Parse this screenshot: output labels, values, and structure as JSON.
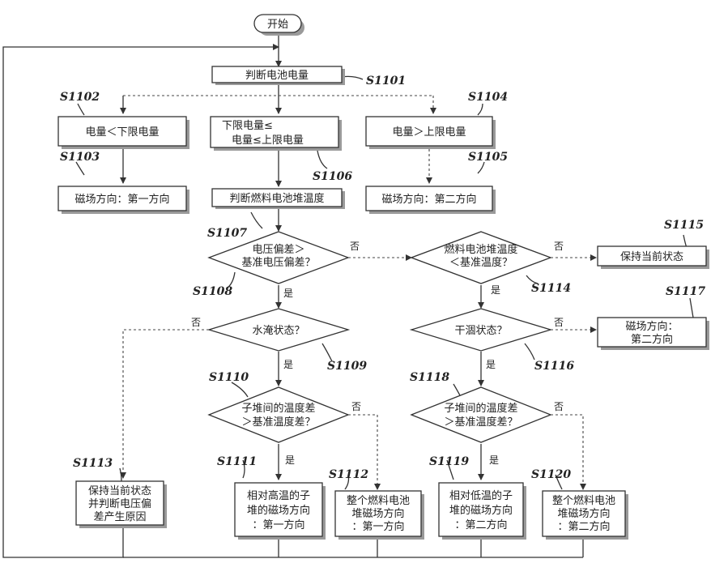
{
  "start": "开始",
  "labels": {
    "s1101": "S1101",
    "s1102": "S1102",
    "s1103": "S1103",
    "s1104": "S1104",
    "s1105": "S1105",
    "s1106": "S1106",
    "s1107": "S1107",
    "s1108": "S1108",
    "s1109": "S1109",
    "s1110": "S1110",
    "s1111": "S1111",
    "s1112": "S1112",
    "s1113": "S1113",
    "s1114": "S1114",
    "s1115": "S1115",
    "s1116": "S1116",
    "s1117": "S1117",
    "s1118": "S1118",
    "s1119": "S1119",
    "s1120": "S1120"
  },
  "boxes": {
    "judge_charge": "判断电池电量",
    "low_cond": "电量＜下限电量",
    "mid_cond_1": "下限电量≤",
    "mid_cond_2": "电量≤上限电量",
    "high_cond": "电量＞上限电量",
    "field_first": "磁场方向：第一方向",
    "field_second": "磁场方向：第二方向",
    "judge_temp": "判断燃料电池堆温度",
    "keep_state": "保持当前状态",
    "field_second_2_l1": "磁场方向：",
    "field_second_2_l2": "第二方向",
    "s1113_l1": "保持当前状态",
    "s1113_l2": "并判断电压偏",
    "s1113_l3": "差产生原因",
    "s1111_l1": "相对高温的子",
    "s1111_l2": "堆的磁场方向",
    "s1111_l3": "：第一方向",
    "s1112_l1": "整个燃料电池",
    "s1112_l2": "堆磁场方向",
    "s1112_l3": "：第一方向",
    "s1119_l1": "相对低温的子",
    "s1119_l2": "堆的磁场方向",
    "s1119_l3": "：第二方向",
    "s1120_l1": "整个燃料电池",
    "s1120_l2": "堆磁场方向",
    "s1120_l3": "：第二方向"
  },
  "decisions": {
    "volt_l1": "电压偏差＞",
    "volt_l2": "基准电压偏差？",
    "flood": "水淹状态？",
    "diff_hi_l1": "子堆间的温度差",
    "diff_hi_l2": "＞基准温度差？",
    "temp_l1": "燃料电池堆温度",
    "temp_l2": "＜基准温度？",
    "dry": "干涸状态？",
    "diff_lo_l1": "子堆间的温度差",
    "diff_lo_l2": "＞基准温度差？"
  },
  "branches": {
    "yes": "是",
    "no": "否"
  }
}
